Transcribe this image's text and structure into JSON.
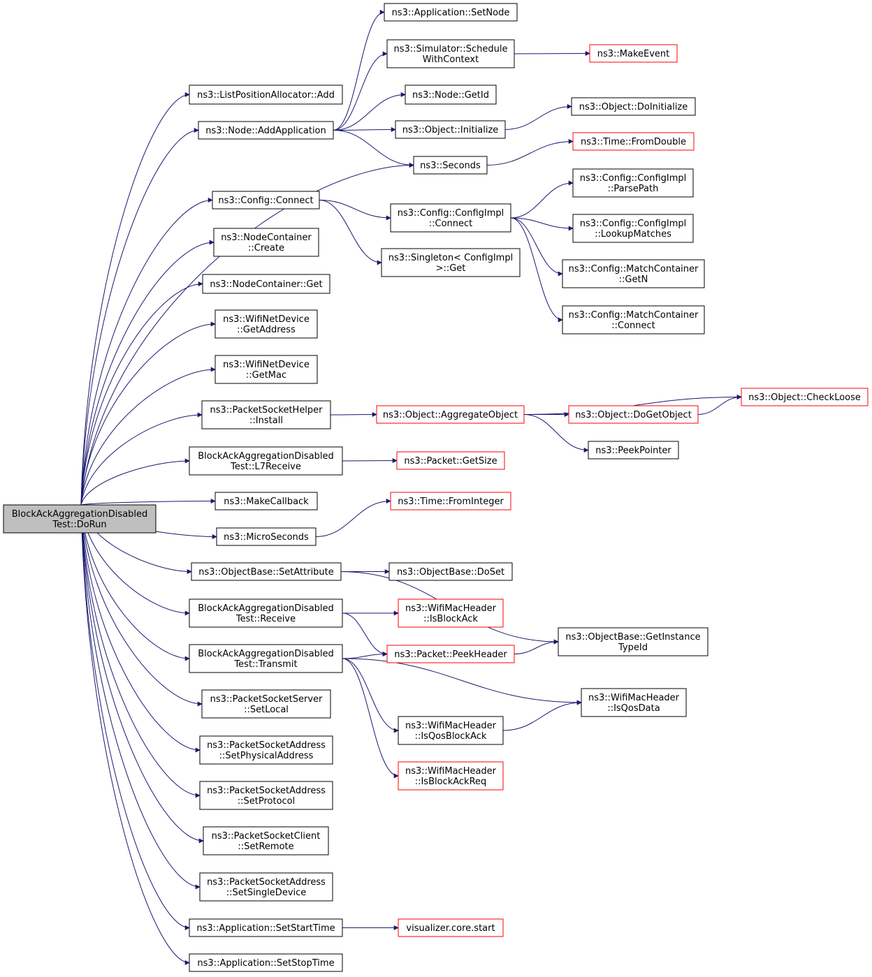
{
  "colors": {
    "edge": "#191970",
    "box_border": "#000000",
    "truncated_border": "#ff0000",
    "root_fill": "#bfbfbf",
    "box_fill": "#ffffff"
  },
  "nodes": {
    "root": {
      "lines": [
        "BlockAckAggregationDisabled",
        "Test::DoRun"
      ],
      "style": "root"
    },
    "listpos_add": {
      "lines": [
        "ns3::ListPositionAllocator::Add"
      ],
      "style": "normal"
    },
    "node_addapp": {
      "lines": [
        "ns3::Node::AddApplication"
      ],
      "style": "normal"
    },
    "config_connect": {
      "lines": [
        "ns3::Config::Connect"
      ],
      "style": "normal"
    },
    "nodecont_create": {
      "lines": [
        "ns3::NodeContainer",
        "::Create"
      ],
      "style": "normal"
    },
    "nodecont_get": {
      "lines": [
        "ns3::NodeContainer::Get"
      ],
      "style": "normal"
    },
    "wifi_getaddr": {
      "lines": [
        "ns3::WifiNetDevice",
        "::GetAddress"
      ],
      "style": "normal"
    },
    "wifi_getmac": {
      "lines": [
        "ns3::WifiNetDevice",
        "::GetMac"
      ],
      "style": "normal"
    },
    "pkthelper_install": {
      "lines": [
        "ns3::PacketSocketHelper",
        "::Install"
      ],
      "style": "normal"
    },
    "l7receive": {
      "lines": [
        "BlockAckAggregationDisabled",
        "Test::L7Receive"
      ],
      "style": "normal"
    },
    "makecallback": {
      "lines": [
        "ns3::MakeCallback"
      ],
      "style": "normal"
    },
    "microseconds": {
      "lines": [
        "ns3::MicroSeconds"
      ],
      "style": "normal"
    },
    "setattribute": {
      "lines": [
        "ns3::ObjectBase::SetAttribute"
      ],
      "style": "normal"
    },
    "receive": {
      "lines": [
        "BlockAckAggregationDisabled",
        "Test::Receive"
      ],
      "style": "normal"
    },
    "transmit": {
      "lines": [
        "BlockAckAggregationDisabled",
        "Test::Transmit"
      ],
      "style": "normal"
    },
    "pktserver_setlocal": {
      "lines": [
        "ns3::PacketSocketServer",
        "::SetLocal"
      ],
      "style": "normal"
    },
    "pktaddr_setphys": {
      "lines": [
        "ns3::PacketSocketAddress",
        "::SetPhysicalAddress"
      ],
      "style": "normal"
    },
    "pktaddr_setproto": {
      "lines": [
        "ns3::PacketSocketAddress",
        "::SetProtocol"
      ],
      "style": "normal"
    },
    "pktclient_setremote": {
      "lines": [
        "ns3::PacketSocketClient",
        "::SetRemote"
      ],
      "style": "normal"
    },
    "pktaddr_setsingle": {
      "lines": [
        "ns3::PacketSocketAddress",
        "::SetSingleDevice"
      ],
      "style": "normal"
    },
    "app_setstart": {
      "lines": [
        "ns3::Application::SetStartTime"
      ],
      "style": "normal"
    },
    "app_setstop": {
      "lines": [
        "ns3::Application::SetStopTime"
      ],
      "style": "normal"
    },
    "app_setnode": {
      "lines": [
        "ns3::Application::SetNode"
      ],
      "style": "normal"
    },
    "sim_schedule": {
      "lines": [
        "ns3::Simulator::Schedule",
        "WithContext"
      ],
      "style": "normal"
    },
    "node_getid": {
      "lines": [
        "ns3::Node::GetId"
      ],
      "style": "normal"
    },
    "obj_initialize": {
      "lines": [
        "ns3::Object::Initialize"
      ],
      "style": "normal"
    },
    "seconds": {
      "lines": [
        "ns3::Seconds"
      ],
      "style": "normal"
    },
    "cfgimpl_connect": {
      "lines": [
        "ns3::Config::ConfigImpl",
        "::Connect"
      ],
      "style": "normal"
    },
    "singleton_get": {
      "lines": [
        "ns3::Singleton< ConfigImpl",
        ">::Get"
      ],
      "style": "normal"
    },
    "aggregateobject": {
      "lines": [
        "ns3::Object::AggregateObject"
      ],
      "style": "truncated"
    },
    "pkt_getsize": {
      "lines": [
        "ns3::Packet::GetSize"
      ],
      "style": "truncated"
    },
    "time_frominteger": {
      "lines": [
        "ns3::Time::FromInteger"
      ],
      "style": "truncated"
    },
    "objbase_doset": {
      "lines": [
        "ns3::ObjectBase::DoSet"
      ],
      "style": "normal"
    },
    "wmh_isblockack": {
      "lines": [
        "ns3::WifiMacHeader",
        "::IsBlockAck"
      ],
      "style": "truncated"
    },
    "pkt_peekheader": {
      "lines": [
        "ns3::Packet::PeekHeader"
      ],
      "style": "truncated"
    },
    "wmh_isqosblockack": {
      "lines": [
        "ns3::WifiMacHeader",
        "::IsQosBlockAck"
      ],
      "style": "normal"
    },
    "wmh_isblockackreq": {
      "lines": [
        "ns3::WifiMacHeader",
        "::IsBlockAckReq"
      ],
      "style": "truncated"
    },
    "viz_start": {
      "lines": [
        "visualizer.core.start"
      ],
      "style": "truncated"
    },
    "makeevent": {
      "lines": [
        "ns3::MakeEvent"
      ],
      "style": "truncated"
    },
    "obj_doinitialize": {
      "lines": [
        "ns3::Object::DoInitialize"
      ],
      "style": "normal"
    },
    "time_fromdouble": {
      "lines": [
        "ns3::Time::FromDouble"
      ],
      "style": "truncated"
    },
    "cfgimpl_parsepath": {
      "lines": [
        "ns3::Config::ConfigImpl",
        "::ParsePath"
      ],
      "style": "normal"
    },
    "cfgimpl_lookup": {
      "lines": [
        "ns3::Config::ConfigImpl",
        "::LookupMatches"
      ],
      "style": "normal"
    },
    "match_getn": {
      "lines": [
        "ns3::Config::MatchContainer",
        "::GetN"
      ],
      "style": "normal"
    },
    "match_connect": {
      "lines": [
        "ns3::Config::MatchContainer",
        "::Connect"
      ],
      "style": "normal"
    },
    "obj_checkloose": {
      "lines": [
        "ns3::Object::CheckLoose"
      ],
      "style": "truncated"
    },
    "obj_dogetobject": {
      "lines": [
        "ns3::Object::DoGetObject"
      ],
      "style": "truncated"
    },
    "peekpointer": {
      "lines": [
        "ns3::PeekPointer"
      ],
      "style": "normal"
    },
    "objbase_getinstance": {
      "lines": [
        "ns3::ObjectBase::GetInstance",
        "TypeId"
      ],
      "style": "normal"
    },
    "wmh_isqosdata": {
      "lines": [
        "ns3::WifiMacHeader",
        "::IsQosData"
      ],
      "style": "normal"
    }
  },
  "edges": [
    [
      "root",
      "listpos_add"
    ],
    [
      "root",
      "node_addapp"
    ],
    [
      "root",
      "seconds"
    ],
    [
      "root",
      "config_connect"
    ],
    [
      "root",
      "nodecont_create"
    ],
    [
      "root",
      "nodecont_get"
    ],
    [
      "root",
      "wifi_getaddr"
    ],
    [
      "root",
      "wifi_getmac"
    ],
    [
      "root",
      "pkthelper_install"
    ],
    [
      "root",
      "l7receive"
    ],
    [
      "root",
      "makecallback"
    ],
    [
      "root",
      "microseconds"
    ],
    [
      "root",
      "setattribute"
    ],
    [
      "root",
      "receive"
    ],
    [
      "root",
      "transmit"
    ],
    [
      "root",
      "pktserver_setlocal"
    ],
    [
      "root",
      "pktaddr_setphys"
    ],
    [
      "root",
      "pktaddr_setproto"
    ],
    [
      "root",
      "pktclient_setremote"
    ],
    [
      "root",
      "pktaddr_setsingle"
    ],
    [
      "root",
      "app_setstart"
    ],
    [
      "root",
      "app_setstop"
    ],
    [
      "node_addapp",
      "app_setnode"
    ],
    [
      "node_addapp",
      "sim_schedule"
    ],
    [
      "node_addapp",
      "node_getid"
    ],
    [
      "node_addapp",
      "obj_initialize"
    ],
    [
      "node_addapp",
      "seconds"
    ],
    [
      "sim_schedule",
      "makeevent"
    ],
    [
      "obj_initialize",
      "obj_doinitialize"
    ],
    [
      "seconds",
      "time_fromdouble"
    ],
    [
      "config_connect",
      "cfgimpl_connect"
    ],
    [
      "config_connect",
      "singleton_get"
    ],
    [
      "cfgimpl_connect",
      "cfgimpl_parsepath"
    ],
    [
      "cfgimpl_connect",
      "cfgimpl_lookup"
    ],
    [
      "cfgimpl_connect",
      "match_getn"
    ],
    [
      "cfgimpl_connect",
      "match_connect"
    ],
    [
      "pkthelper_install",
      "aggregateobject"
    ],
    [
      "aggregateobject",
      "obj_checkloose"
    ],
    [
      "aggregateobject",
      "obj_dogetobject"
    ],
    [
      "aggregateobject",
      "peekpointer"
    ],
    [
      "obj_dogetobject",
      "obj_checkloose"
    ],
    [
      "l7receive",
      "pkt_getsize"
    ],
    [
      "microseconds",
      "time_frominteger"
    ],
    [
      "setattribute",
      "objbase_doset"
    ],
    [
      "setattribute",
      "objbase_getinstance"
    ],
    [
      "receive",
      "wmh_isblockack"
    ],
    [
      "receive",
      "pkt_peekheader"
    ],
    [
      "pkt_peekheader",
      "objbase_getinstance"
    ],
    [
      "transmit",
      "pkt_peekheader"
    ],
    [
      "transmit",
      "wmh_isqosdata"
    ],
    [
      "transmit",
      "wmh_isqosblockack"
    ],
    [
      "transmit",
      "wmh_isblockackreq"
    ],
    [
      "wmh_isqosblockack",
      "wmh_isqosdata"
    ],
    [
      "app_setstart",
      "viz_start"
    ]
  ]
}
